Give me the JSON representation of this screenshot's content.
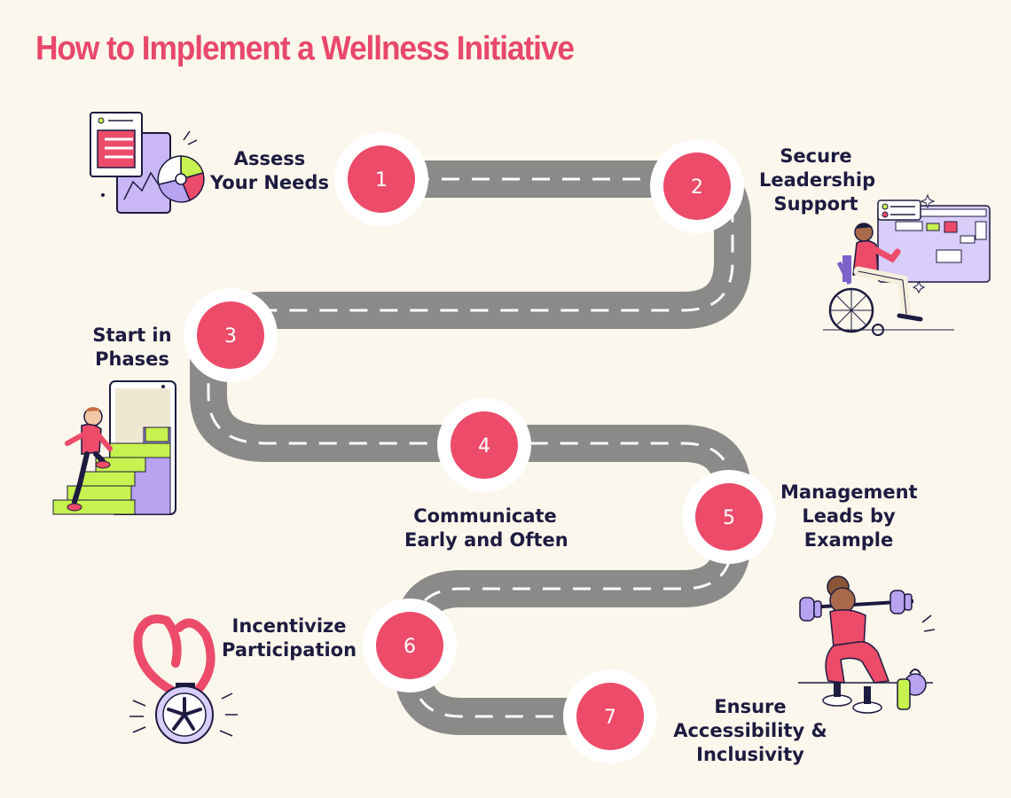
{
  "title": "How to Implement a Wellness Initiative",
  "colors": {
    "title": "#e8486b",
    "road": "#8a8a88",
    "road_dash": "#ffffff",
    "marker_fill": "#ec4b6a",
    "marker_ring": "#ffffff",
    "label_text": "#1d1b3f",
    "background": "#fbf7ec",
    "illustration_purple": "#b7a3f0",
    "illustration_lime": "#c7f24f"
  },
  "steps": [
    {
      "number": "1",
      "label": [
        "Assess",
        "Your Needs"
      ],
      "icon": "needs-assessment-illustration"
    },
    {
      "number": "2",
      "label": [
        "Secure",
        "Leadership",
        "Support"
      ],
      "icon": "wheelchair-presenter-illustration"
    },
    {
      "number": "3",
      "label": [
        "Start in",
        "Phases"
      ],
      "icon": "stair-climber-illustration"
    },
    {
      "number": "4",
      "label": [
        "Communicate",
        "Early and Often"
      ],
      "icon": ""
    },
    {
      "number": "5",
      "label": [
        "Management",
        "Leads by",
        "Example"
      ],
      "icon": "weightlifter-illustration"
    },
    {
      "number": "6",
      "label": [
        "Incentivize",
        "Participation"
      ],
      "icon": "medal-illustration"
    },
    {
      "number": "7",
      "label": [
        "Ensure",
        "Accessibility &",
        "Inclusivity"
      ],
      "icon": ""
    }
  ]
}
